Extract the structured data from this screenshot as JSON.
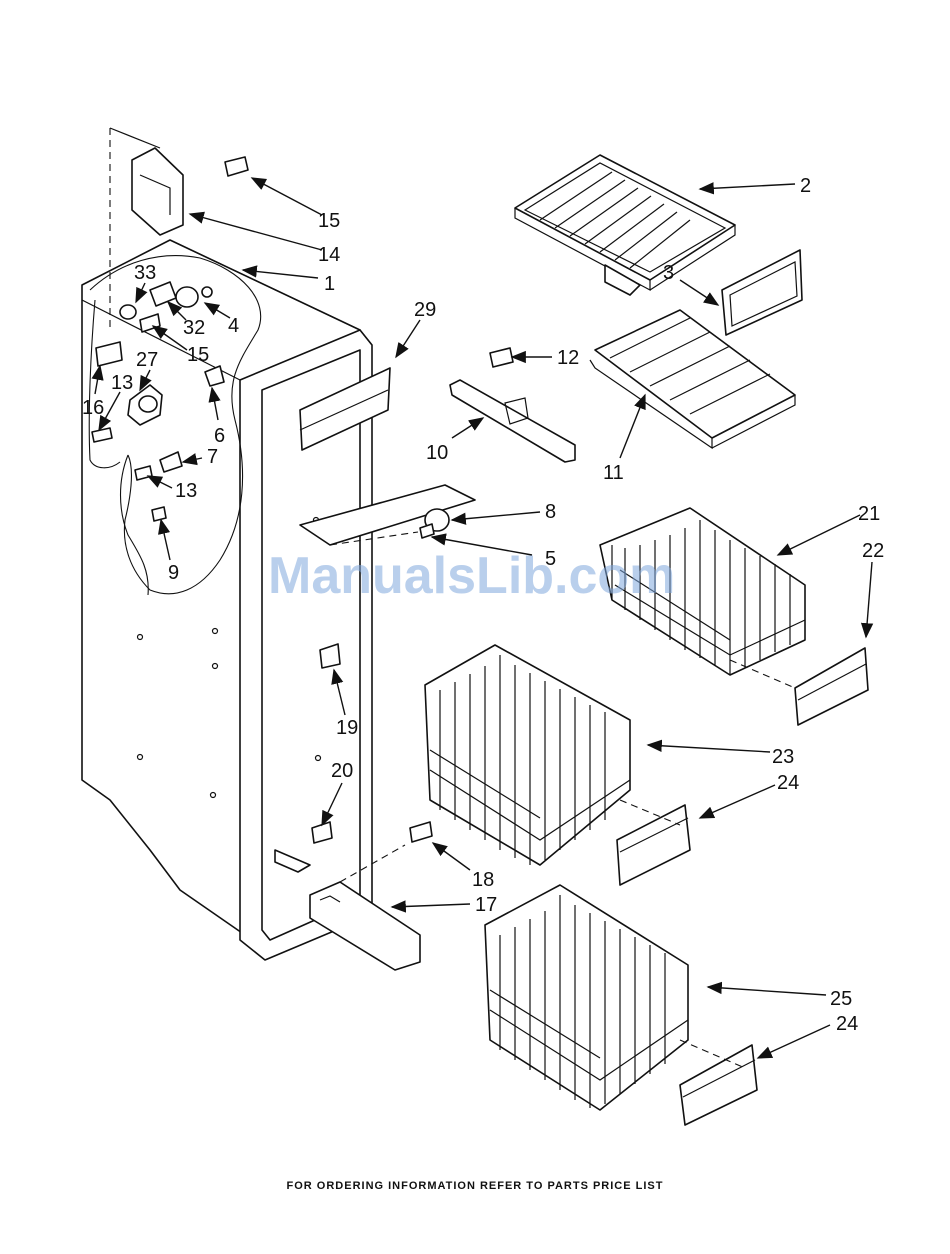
{
  "labels": [
    "1",
    "2",
    "3",
    "4",
    "5",
    "6",
    "7",
    "8",
    "9",
    "10",
    "11",
    "12",
    "13",
    "13",
    "14",
    "15",
    "15",
    "16",
    "17",
    "18",
    "19",
    "20",
    "21",
    "22",
    "23",
    "24",
    "24",
    "25",
    "27",
    "29",
    "32",
    "33"
  ],
  "watermark": "ManualsLib.com",
  "footer": "FOR ORDERING INFORMATION REFER TO PARTS PRICE LIST"
}
